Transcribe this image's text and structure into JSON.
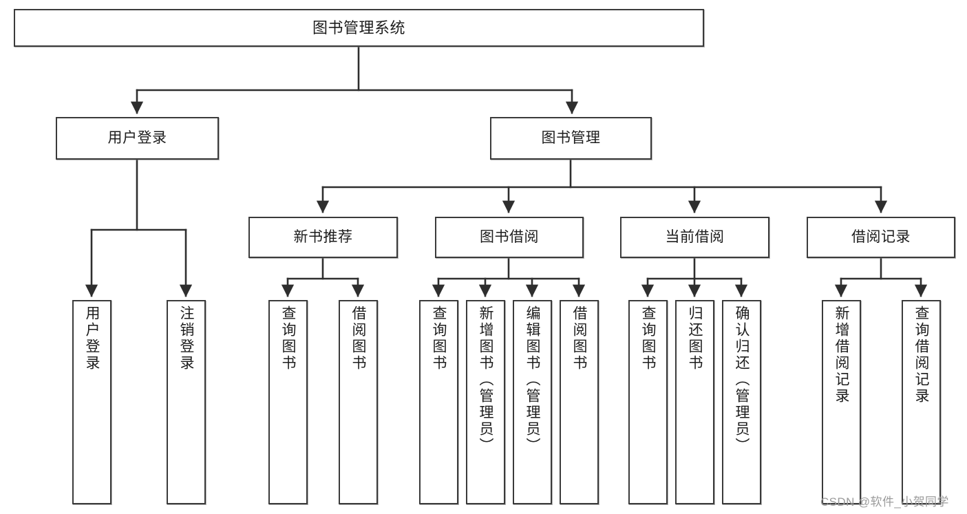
{
  "diagram": {
    "title": "图书管理系统",
    "type": "hierarchy-tree",
    "root": {
      "label": "图书管理系统"
    },
    "level2": [
      {
        "label": "用户登录"
      },
      {
        "label": "图书管理"
      }
    ],
    "level3": [
      {
        "label": "新书推荐"
      },
      {
        "label": "图书借阅"
      },
      {
        "label": "当前借阅"
      },
      {
        "label": "借阅记录"
      }
    ],
    "leaves": {
      "user_login": [
        {
          "label": "用户登录"
        },
        {
          "label": "注销登录"
        }
      ],
      "new_book_recommend": [
        {
          "label": "查询图书"
        },
        {
          "label": "借阅图书"
        }
      ],
      "book_borrow": [
        {
          "label": "查询图书"
        },
        {
          "label": "新增图书（管理员）"
        },
        {
          "label": "编辑图书（管理员）"
        },
        {
          "label": "借阅图书"
        }
      ],
      "current_borrow": [
        {
          "label": "查询图书"
        },
        {
          "label": "归还图书"
        },
        {
          "label": "确认归还（管理员）"
        }
      ],
      "borrow_record": [
        {
          "label": "新增借阅记录"
        },
        {
          "label": "查询借阅记录"
        }
      ]
    },
    "watermark": "CSDN @软件_小贺同学",
    "colors": {
      "stroke": "#3a3a3a",
      "fill": "#ffffff",
      "text": "#1c1c1c",
      "watermark": "#9b9b9b"
    }
  }
}
